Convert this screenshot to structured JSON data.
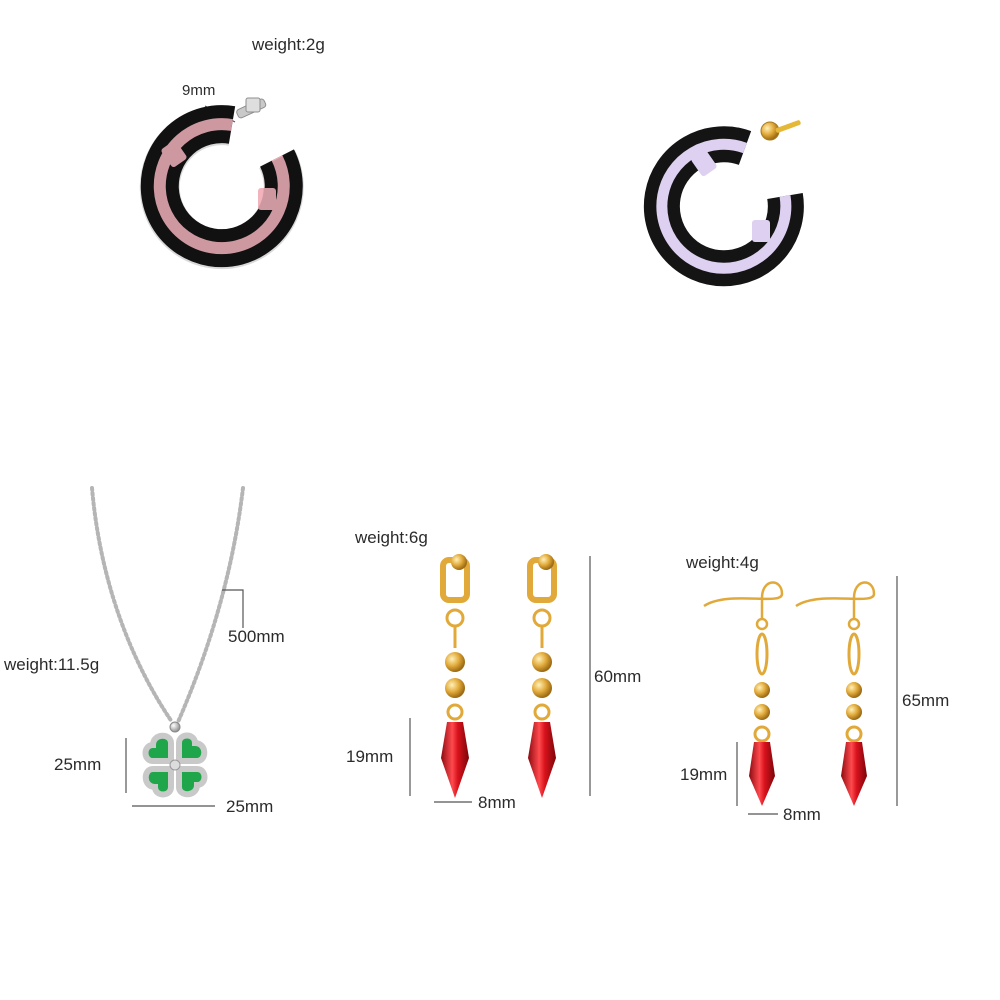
{
  "hoops": {
    "weight": "weight:2g",
    "width": "9mm",
    "colors": {
      "pink": "#f2b3bd",
      "lilac": "#ddd0f0",
      "black": "#141414",
      "silver": "#c9c9c9",
      "gold": "#e6b838"
    }
  },
  "necklace": {
    "weight": "weight:11.5g",
    "chain_length": "500mm",
    "pendant_height": "25mm",
    "pendant_width": "25mm",
    "colors": {
      "leaf": "#1fa64a",
      "chain": "#b5b5b5"
    }
  },
  "clip_earrings": {
    "weight": "weight:6g",
    "total_length": "60mm",
    "drop_length": "19mm",
    "drop_width": "8mm",
    "colors": {
      "gold": "#e1a93a",
      "crystal": "#d8121c"
    }
  },
  "hook_earrings": {
    "weight": "weight:4g",
    "total_length": "65mm",
    "drop_length": "19mm",
    "drop_width": "8mm",
    "colors": {
      "gold": "#e1a93a",
      "crystal": "#d8121c"
    }
  }
}
